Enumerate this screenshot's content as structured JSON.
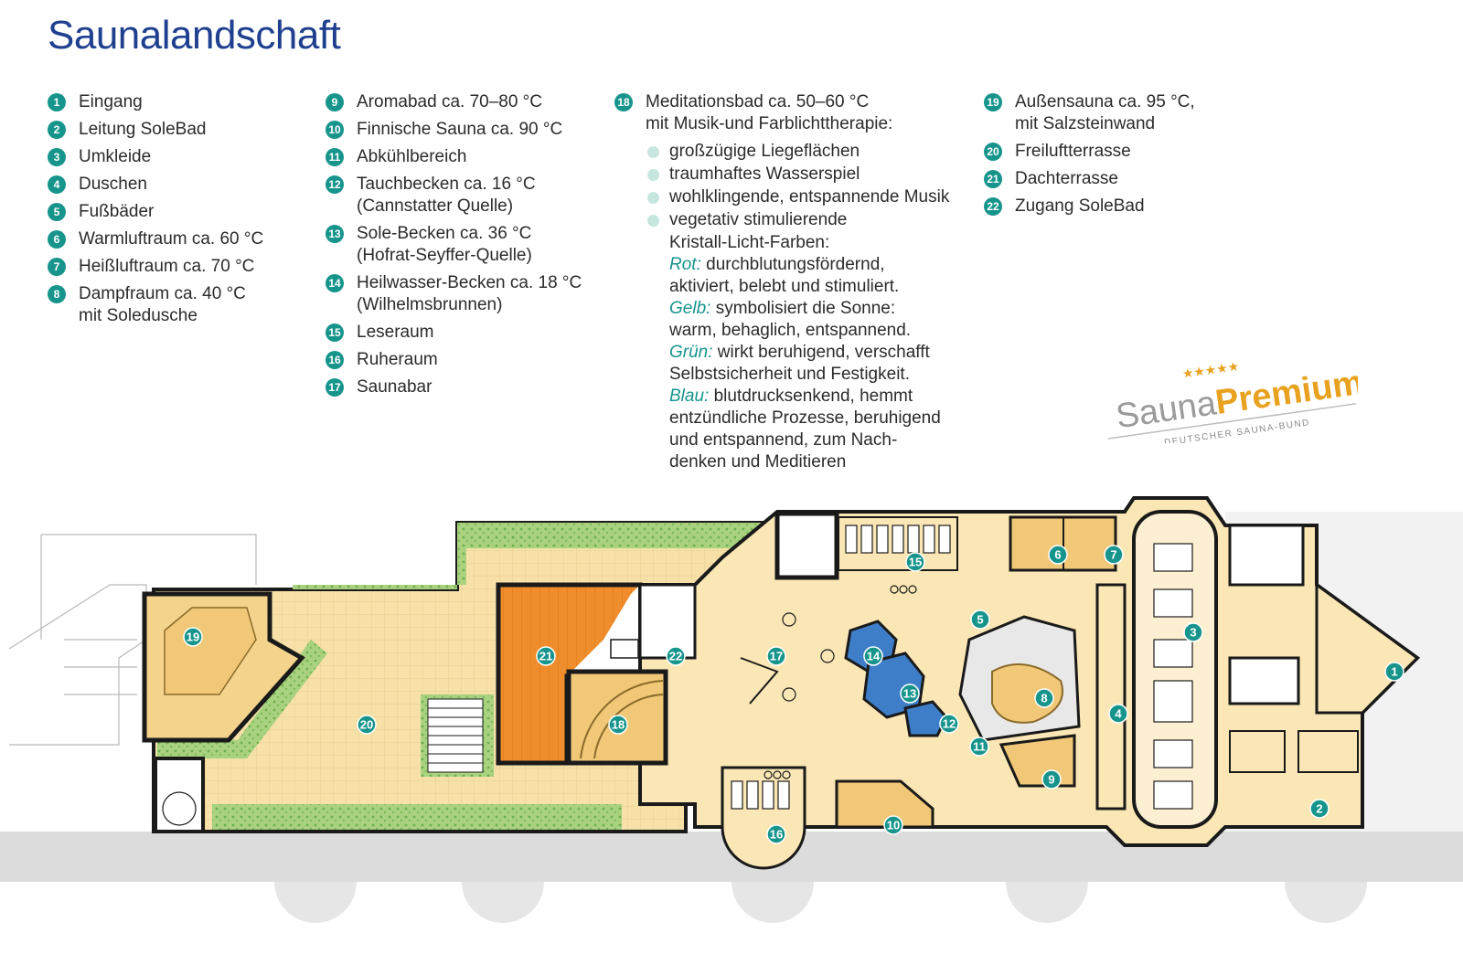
{
  "title": "Saunalandschaft",
  "colors": {
    "title": "#1f3f8f",
    "badge": "#17958c",
    "bullet": "#c6e6df",
    "color_word": "#17958c",
    "floor": "#fbe7b5",
    "terrace": "#f6e2ad",
    "green": "#8fc16a",
    "wood": "#f0c877",
    "orange": "#ef8d2c",
    "water": "#3e7ec8",
    "wall": "#1a1a1a",
    "ground": "#dcdcdc",
    "logo_grey": "#9b9b9b",
    "logo_orange": "#e8a21f"
  },
  "legend": {
    "col1": [
      {
        "num": "1",
        "text": "Eingang"
      },
      {
        "num": "2",
        "text": "Leitung SoleBad"
      },
      {
        "num": "3",
        "text": "Umkleide"
      },
      {
        "num": "4",
        "text": "Duschen"
      },
      {
        "num": "5",
        "text": "Fußbäder"
      },
      {
        "num": "6",
        "text": "Warmluftraum ca. 60 °C"
      },
      {
        "num": "7",
        "text": "Heißluftraum ca. 70 °C"
      },
      {
        "num": "8",
        "text": "Dampfraum ca. 40 °C",
        "text2": "mit Soledusche"
      }
    ],
    "col2": [
      {
        "num": "9",
        "text": "Aromabad ca. 70–80 °C"
      },
      {
        "num": "10",
        "text": "Finnische Sauna ca. 90 °C"
      },
      {
        "num": "11",
        "text": "Abkühlbereich"
      },
      {
        "num": "12",
        "text": "Tauchbecken ca. 16 °C",
        "text2": "(Cannstatter Quelle)"
      },
      {
        "num": "13",
        "text": "Sole-Becken ca. 36 °C",
        "text2": "(Hofrat-Seyffer-Quelle)"
      },
      {
        "num": "14",
        "text": "Heilwasser-Becken ca. 18 °C",
        "text2": "(Wilhelmsbrunnen)"
      },
      {
        "num": "15",
        "text": "Leseraum"
      },
      {
        "num": "16",
        "text": "Ruheraum"
      },
      {
        "num": "17",
        "text": "Saunabar"
      }
    ],
    "col3": {
      "num": "18",
      "text": "Meditationsbad ca. 50–60 °C",
      "text2": "mit Musik-und Farblichttherapie:",
      "bullets": [
        "großzügige Liegeflächen",
        "traumhaftes Wasserspiel",
        "wohlklingende, entspannende Musik",
        "vegetativ stimulierende"
      ],
      "after_bullet": "Kristall-Licht-Farben:",
      "colors": [
        {
          "name": "Rot:",
          "l1": " durchblutungsfördernd,",
          "l2": "aktiviert, belebt und stimuliert."
        },
        {
          "name": "Gelb:",
          "l1": " symbolisiert die Sonne:",
          "l2": "warm, behaglich, entspannend."
        },
        {
          "name": "Grün:",
          "l1": " wirkt beruhigend, verschafft",
          "l2": "Selbstsicherheit und Festigkeit."
        },
        {
          "name": "Blau:",
          "l1": " blutdrucksenkend, hemmt",
          "l2": "entzündliche Prozesse, beruhigend",
          "l3": "und entspannend, zum Nach-",
          "l4": "denken und Meditieren"
        }
      ]
    },
    "col4": [
      {
        "num": "19",
        "text": "Außensauna ca. 95 °C,",
        "text2": "mit Salzsteinwand"
      },
      {
        "num": "20",
        "text": "Freiluftterrasse"
      },
      {
        "num": "21",
        "text": "Dachterrasse"
      },
      {
        "num": "22",
        "text": "Zugang SoleBad"
      }
    ]
  },
  "logo": {
    "stars": "★★★★★",
    "word1": "Sauna",
    "word2": "Premium",
    "sub": "DEUTSCHER SAUNA-BUND"
  },
  "map": {
    "markers": [
      "1",
      "2",
      "3",
      "4",
      "5",
      "6",
      "7",
      "8",
      "9",
      "10",
      "11",
      "12",
      "13",
      "14",
      "15",
      "16",
      "17",
      "18",
      "19",
      "20",
      "21",
      "22"
    ]
  }
}
